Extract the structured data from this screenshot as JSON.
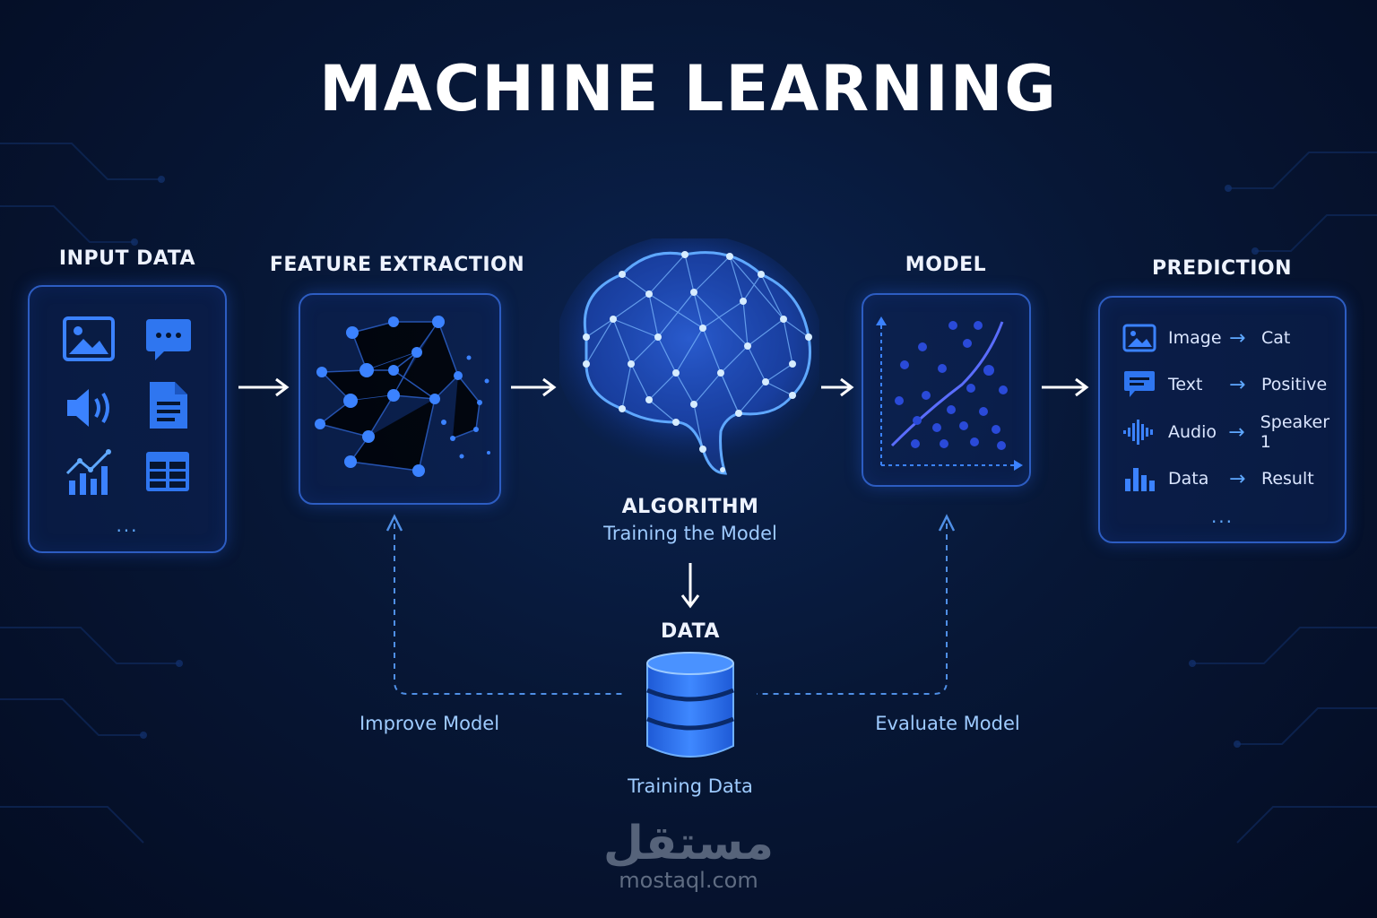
{
  "title": "MACHINE LEARNING",
  "stages": {
    "input": {
      "title": "INPUT DATA",
      "more": "..."
    },
    "feature": {
      "title": "FEATURE EXTRACTION"
    },
    "algorithm": {
      "title": "ALGORITHM",
      "subtitle": "Training the Model"
    },
    "model": {
      "title": "MODEL"
    },
    "prediction": {
      "title": "PREDICTION",
      "rows": [
        {
          "icon": "image-icon",
          "input": "Image",
          "output": "Cat"
        },
        {
          "icon": "chat-icon",
          "input": "Text",
          "output": "Positive"
        },
        {
          "icon": "audio-wave-icon",
          "input": "Audio",
          "output": "Speaker 1"
        },
        {
          "icon": "bar-chart-icon",
          "input": "Data",
          "output": "Result"
        }
      ],
      "more": "..."
    }
  },
  "data_store": {
    "title": "DATA",
    "caption": "Training Data"
  },
  "feedback": {
    "improve": "Improve Model",
    "evaluate": "Evaluate Model"
  },
  "watermark": {
    "arabic": "مستقل",
    "site": "mostaql.com"
  },
  "colors": {
    "accent": "#3b82ff",
    "panel_border": "#2d5dc2",
    "light_text": "#9ecbff",
    "background": "#061530"
  }
}
